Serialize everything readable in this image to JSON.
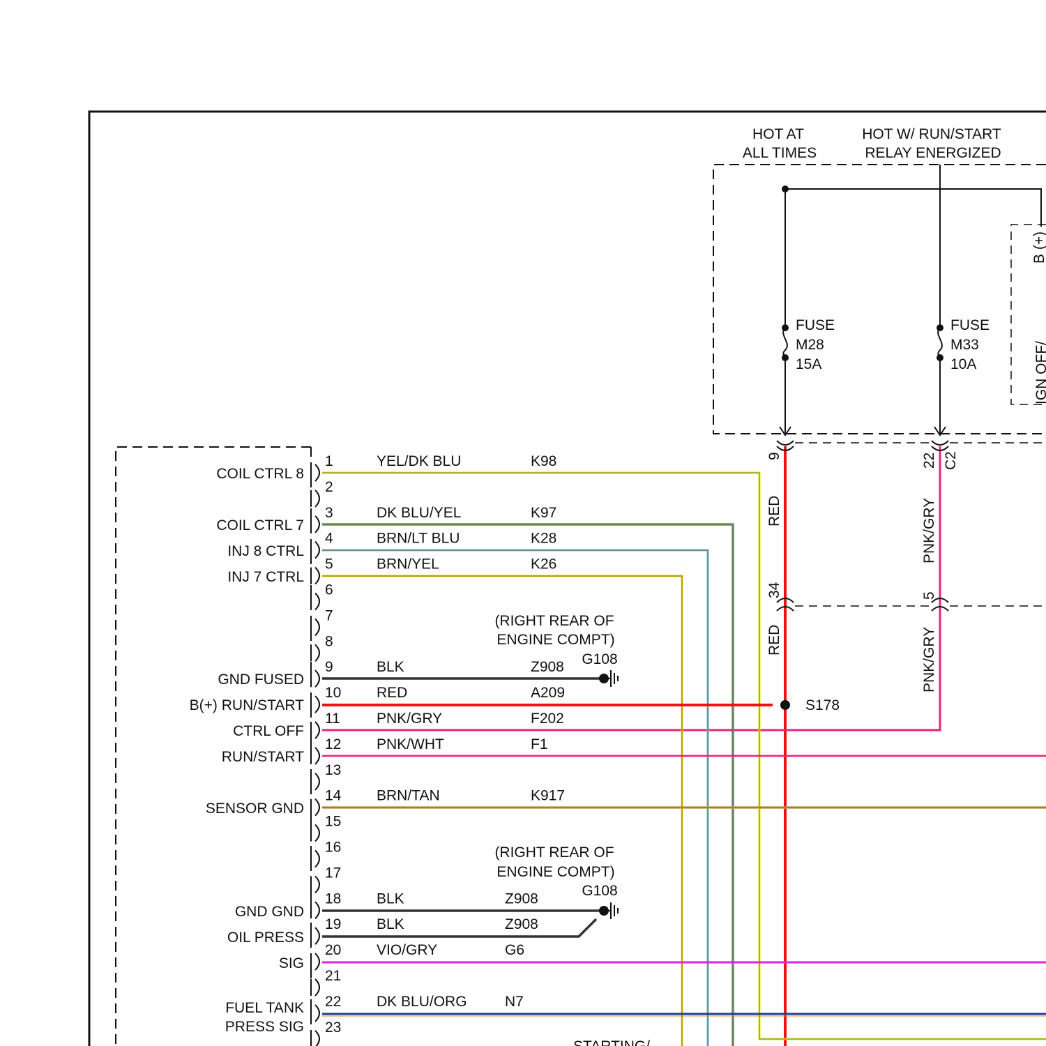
{
  "header": {
    "hot_always_1": "HOT AT",
    "hot_always_2": "ALL TIMES",
    "hot_run_1": "HOT W/ RUN/START",
    "hot_run_2": "RELAY ENERGIZED"
  },
  "fuses": [
    {
      "title": "FUSE",
      "id": "M28",
      "rating": "15A"
    },
    {
      "title": "FUSE",
      "id": "M33",
      "rating": "10A"
    }
  ],
  "right_box": {
    "bplus_label": "B (+)",
    "ignoff_label": "IGN OFF/"
  },
  "vertical_wires": {
    "left_color": "RED",
    "left_pin_top": "9",
    "left_pin_bottom": "34",
    "right_color": "PNK/GRY",
    "right_pin_top": "22",
    "right_pin_bottom": "5",
    "connector": "C2"
  },
  "splice": "S178",
  "grounds": [
    {
      "location_1": "(RIGHT REAR OF",
      "location_2": "ENGINE COMPT)",
      "id": "G108"
    },
    {
      "location_1": "(RIGHT REAR OF",
      "location_2": "ENGINE COMPT)",
      "id": "G108"
    }
  ],
  "bottom_partial_label": "STARTING/",
  "module_labels": [
    "COIL CTRL 8",
    "COIL CTRL 7",
    "INJ 8 CTRL",
    "INJ 7 CTRL",
    "GND FUSED",
    "B(+) RUN/START",
    "CTRL OFF",
    "RUN/START",
    "SENSOR GND",
    "GND GND",
    "OIL PRESS",
    "SIG",
    "FUEL TANK",
    "PRESS SIG"
  ],
  "pins": [
    {
      "num": "1",
      "color": "YEL/DK BLU",
      "circuit": "K98"
    },
    {
      "num": "2",
      "color": "",
      "circuit": ""
    },
    {
      "num": "3",
      "color": "DK BLU/YEL",
      "circuit": "K97"
    },
    {
      "num": "4",
      "color": "BRN/LT BLU",
      "circuit": "K28"
    },
    {
      "num": "5",
      "color": "BRN/YEL",
      "circuit": "K26"
    },
    {
      "num": "6",
      "color": "",
      "circuit": ""
    },
    {
      "num": "7",
      "color": "",
      "circuit": ""
    },
    {
      "num": "8",
      "color": "",
      "circuit": ""
    },
    {
      "num": "9",
      "color": "BLK",
      "circuit": "Z908"
    },
    {
      "num": "10",
      "color": "RED",
      "circuit": "A209"
    },
    {
      "num": "11",
      "color": "PNK/GRY",
      "circuit": "F202"
    },
    {
      "num": "12",
      "color": "PNK/WHT",
      "circuit": "F1"
    },
    {
      "num": "13",
      "color": "",
      "circuit": ""
    },
    {
      "num": "14",
      "color": "BRN/TAN",
      "circuit": "K917"
    },
    {
      "num": "15",
      "color": "",
      "circuit": ""
    },
    {
      "num": "16",
      "color": "",
      "circuit": ""
    },
    {
      "num": "17",
      "color": "",
      "circuit": ""
    },
    {
      "num": "18",
      "color": "BLK",
      "circuit": "Z908"
    },
    {
      "num": "19",
      "color": "BLK",
      "circuit": "Z908"
    },
    {
      "num": "20",
      "color": "VIO/GRY",
      "circuit": "G6"
    },
    {
      "num": "21",
      "color": "",
      "circuit": ""
    },
    {
      "num": "22",
      "color": "DK BLU/ORG",
      "circuit": "N7"
    },
    {
      "num": "23",
      "color": "",
      "circuit": ""
    }
  ],
  "wire_colors": {
    "yellow": "#e6e600",
    "dk_blue": "#1f3f8f",
    "brown": "#8b5a1e",
    "lt_blue": "#66c2e0",
    "red": "#ee1111",
    "pink": "#ee2277",
    "black": "#333333",
    "violet": "#e020e0",
    "tan": "#c8a050"
  }
}
